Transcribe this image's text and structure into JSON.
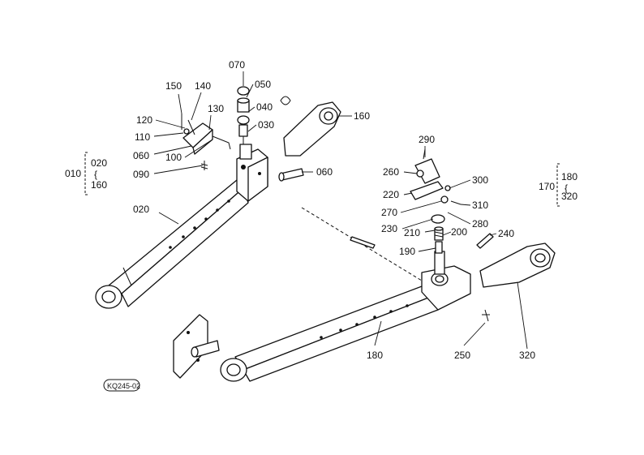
{
  "diagram": {
    "labels": {
      "p070": "070",
      "p050": "050",
      "p040": "040",
      "p030": "030",
      "p150": "150",
      "p140": "140",
      "p130": "130",
      "p120": "120",
      "p110": "110",
      "p060a": "060",
      "p100": "100",
      "p090": "090",
      "p060b": "060",
      "p160": "160",
      "p020": "020",
      "p290": "290",
      "p260": "260",
      "p300": "300",
      "p220": "220",
      "p310": "310",
      "p270": "270",
      "p280": "280",
      "p230": "230",
      "p210": "210",
      "p200": "200",
      "p240": "240",
      "p190": "190",
      "p180": "180",
      "p250": "250",
      "p320": "320"
    },
    "group_left": {
      "parent": "010",
      "child1": "020",
      "child2": "160"
    },
    "group_right": {
      "parent": "170",
      "child1": "180",
      "child2": "320"
    },
    "figure_code": "KQ245-02"
  }
}
